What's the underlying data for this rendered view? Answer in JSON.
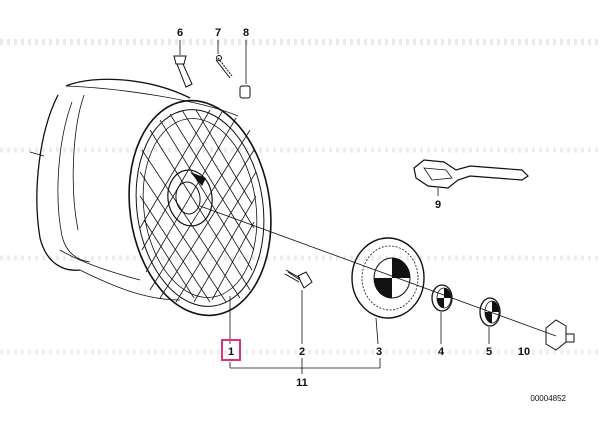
{
  "parts": [
    {
      "id": "1",
      "label": "1",
      "highlighted": true
    },
    {
      "id": "2",
      "label": "2"
    },
    {
      "id": "3",
      "label": "3"
    },
    {
      "id": "4",
      "label": "4"
    },
    {
      "id": "5",
      "label": "5"
    },
    {
      "id": "6",
      "label": "6"
    },
    {
      "id": "7",
      "label": "7"
    },
    {
      "id": "8",
      "label": "8"
    },
    {
      "id": "9",
      "label": "9"
    },
    {
      "id": "10",
      "label": "10"
    },
    {
      "id": "11",
      "label": "11"
    }
  ],
  "diagram_code": "00004852",
  "colors": {
    "line": "#111111",
    "highlight": "#e0307a",
    "watermark": "#cfcfcf"
  }
}
